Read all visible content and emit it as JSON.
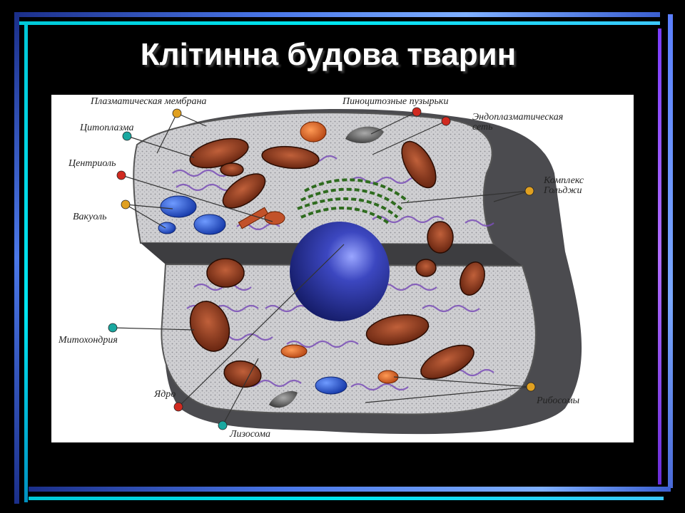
{
  "slide": {
    "title": "Клітинна будова тварин"
  },
  "diagram": {
    "labels": {
      "plasma_membrane": "Плазматическая мембрана",
      "pinocytic_vesicles": "Пиноцитозные пузырьки",
      "cytoplasm": "Цитоплазма",
      "endoplasmic_reticulum": "Эндоплазматическая\nсеть",
      "centriole": "Центриоль",
      "golgi_complex": "Комплекс\nГольджи",
      "vacuole": "Вакуоль",
      "mitochondria": "Митохондрия",
      "nucleus": "Ядро",
      "ribosomes": "Рибосомы",
      "lysosome": "Лизосома"
    },
    "colors": {
      "cytoplasm": "#c9c9cc",
      "membrane": "#555558",
      "mitochondria": "#7a2e14",
      "nucleus": "#1f2a8f",
      "vacuole": "#1f50c8",
      "er": "#7b4fb8",
      "golgi": "#2e6b1e",
      "ribosome": "#c0392b"
    }
  }
}
